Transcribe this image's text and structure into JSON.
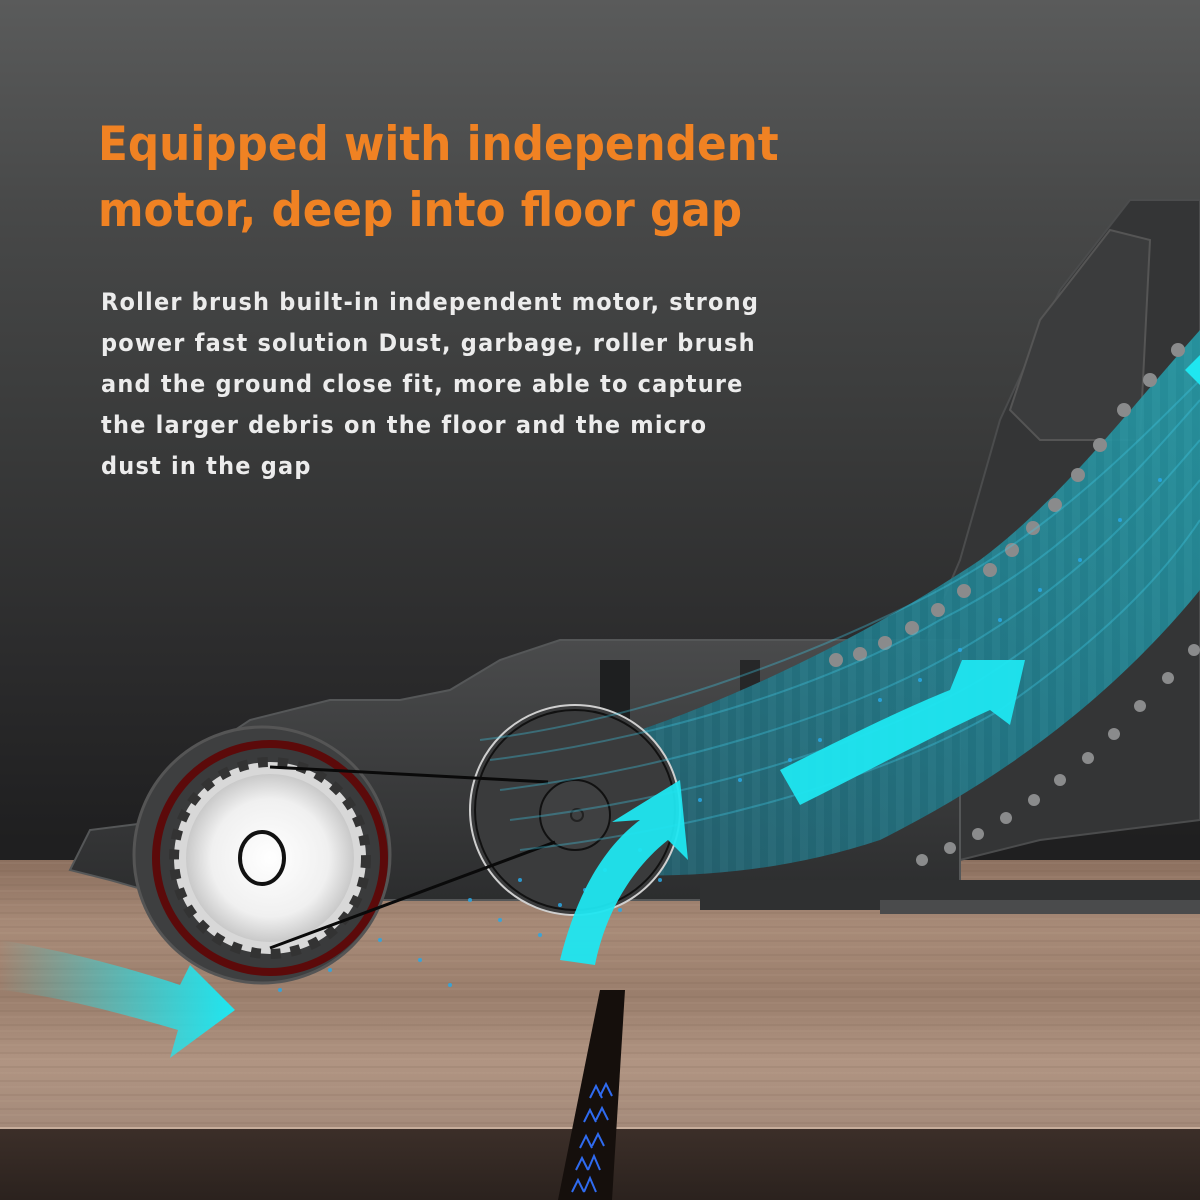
{
  "headline": {
    "line1": "Equipped with independent",
    "line2": "motor, deep into floor gap"
  },
  "body": {
    "lines": [
      "Roller brush built-in independent motor, strong",
      "power fast solution Dust, garbage, roller brush",
      "and the ground close fit, more able to capture",
      "the larger debris on the floor and the micro",
      "dust in the gap"
    ]
  },
  "colors": {
    "headline": "#f08223",
    "body_text": "#ececec",
    "airflow_arrow": "#1fe6f0",
    "dust_particles": "#2aa8e6",
    "roller_ring": "#6a0c0c",
    "floor_light": "#a58a78",
    "floor_dark": "#3a2d27"
  },
  "illustration": {
    "subject": "vacuum-floor-head-cross-section",
    "icons": [
      "roller-brush-gear",
      "motor-pulley",
      "drive-belt",
      "airflow-arrow",
      "suction-channel",
      "floor-gap"
    ]
  }
}
